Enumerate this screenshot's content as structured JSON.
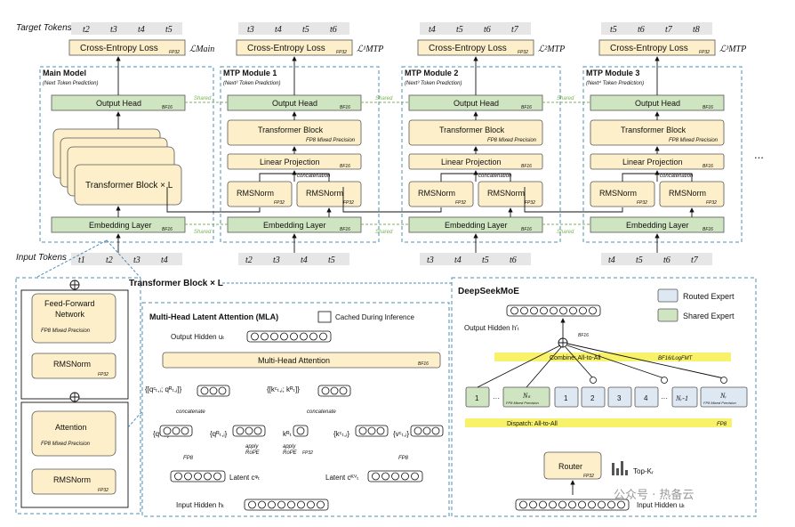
{
  "top_caption": "Target Tokens",
  "input_caption": "Input Tokens",
  "ellipsis": "...",
  "labels": {
    "cross_entropy": "Cross-Entropy Loss",
    "fp32": "FP32",
    "bf16": "BF16",
    "output_head": "Output Head",
    "transformer_block": "Transformer Block",
    "fp8_mixed": "FP8 Mixed Precision",
    "linear_projection": "Linear Projection",
    "concatenation": "concatenation",
    "rmsnorm": "RMSNorm",
    "embedding_layer": "Embedding Layer",
    "shared": "Shared",
    "transformer_block_L": "Transformer Block × L"
  },
  "main_model": {
    "title": "Main Model",
    "subtitle": "(Next Token Prediction)",
    "targets": [
      "t2",
      "t3",
      "t4",
      "t5"
    ],
    "inputs": [
      "t1",
      "t2",
      "t3",
      "t4"
    ],
    "loss": "ℒMain"
  },
  "modules": [
    {
      "title": "MTP Module 1",
      "subtitle": "(Next² Token Prediction)",
      "targets": [
        "t3",
        "t4",
        "t5",
        "t6"
      ],
      "inputs": [
        "t2",
        "t3",
        "t4",
        "t5"
      ],
      "loss": "ℒ¹MTP"
    },
    {
      "title": "MTP Module 2",
      "subtitle": "(Next³ Token Prediction)",
      "targets": [
        "t4",
        "t5",
        "t6",
        "t7"
      ],
      "inputs": [
        "t3",
        "t4",
        "t5",
        "t6"
      ],
      "loss": "ℒ²MTP"
    },
    {
      "title": "MTP Module 3",
      "subtitle": "(Next⁴ Token Prediction)",
      "targets": [
        "t5",
        "t6",
        "t7",
        "t8"
      ],
      "inputs": [
        "t4",
        "t5",
        "t6",
        "t7"
      ],
      "loss": "ℒ³MTP"
    }
  ],
  "block_detail": {
    "title": "Transformer Block × L",
    "ffn_line1": "Feed-Forward",
    "ffn_line2": "Network",
    "ffn_prec": "FP8 Mixed Precision",
    "rmsnorm": "RMSNorm",
    "attention": "Attention",
    "attn_prec": "FP8 Mixed Precision",
    "fp32": "FP32"
  },
  "mla": {
    "title": "Multi-Head Latent Attention (MLA)",
    "cached_legend": "Cached During Inference",
    "output_hidden": "Output Hidden uₜ",
    "mha": "Multi-Head Attention",
    "bf16": "BF16",
    "q_concat": "{[qᶜₜ,ᵢ; qᴿₜ,ᵢ]}",
    "k_concat": "{[kᶜₜ,ᵢ; kᴿₜ]}",
    "concatenate": "concatenate",
    "qc": "{qᶜₜ,ᵢ}",
    "qr": "{qᴿₜ,ᵢ}",
    "kr": "kᴿₜ",
    "kc": "{kᶜₜ,ᵢ}",
    "vc": "{vᶜₜ,ᵢ}",
    "apply_rope": "apply",
    "rope": "RoPE",
    "fp8": "FP8",
    "fp32": "FP32",
    "latent_q": "Latent cᵠₜ",
    "latent_kv": "Latent cᴷⱽₜ",
    "input_hidden": "Input Hidden hₜ"
  },
  "moe": {
    "title": "DeepSeekMoE",
    "legend_routed": "Routed Expert",
    "legend_shared": "Shared Expert",
    "output_hidden": "Output Hidden h′ₜ",
    "bf16": "BF16",
    "combine": "Combine: All-to-All",
    "combine_prec": "BF16/LogFMT",
    "dispatch": "Dispatch: All-to-All",
    "dispatch_prec": "FP8",
    "shared_first": "1",
    "shared_last": "Nₛ",
    "shared_prec": "FP8 Mixed Precision",
    "routed": [
      "1",
      "2",
      "3",
      "4"
    ],
    "routed_nm1": "Nᵣ-1",
    "routed_last": "Nᵣ",
    "routed_prec": "FP8 Mixed Precision",
    "router": "Router",
    "router_prec": "FP32",
    "topk": "Top-Kᵣ",
    "input_hidden": "Input Hidden uₜ",
    "dots": "···"
  },
  "watermark": "公众号 · 热备云",
  "colors": {
    "green": "#cfe4c0",
    "yellow": "#fdefc9",
    "blue": "#dde8f3",
    "highlight": "#f7f26a",
    "dash": "#4c8db5"
  }
}
